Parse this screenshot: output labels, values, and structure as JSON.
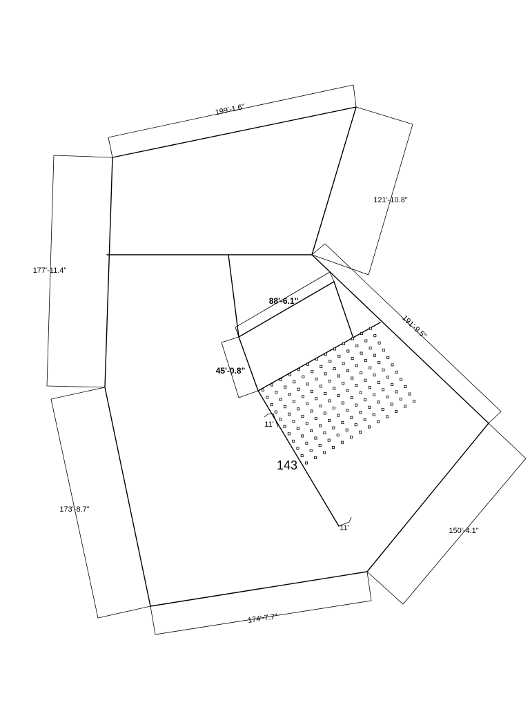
{
  "dimensions": {
    "top": "199'-1.6\"",
    "top_right": "121'-10.8\"",
    "left_upper": "177'-11.4\"",
    "left_lower": "173'-8.7\"",
    "bottom": "174'-7.7\"",
    "bottom_right": "150'-4.1\"",
    "right_diagonal": "191'-9.5\"",
    "inner_top": "88'-6.1\"",
    "inner_left": "45'-0.8\""
  },
  "grid": {
    "spacing_upper": "11'",
    "spacing_lower": "11'",
    "count": "143"
  }
}
